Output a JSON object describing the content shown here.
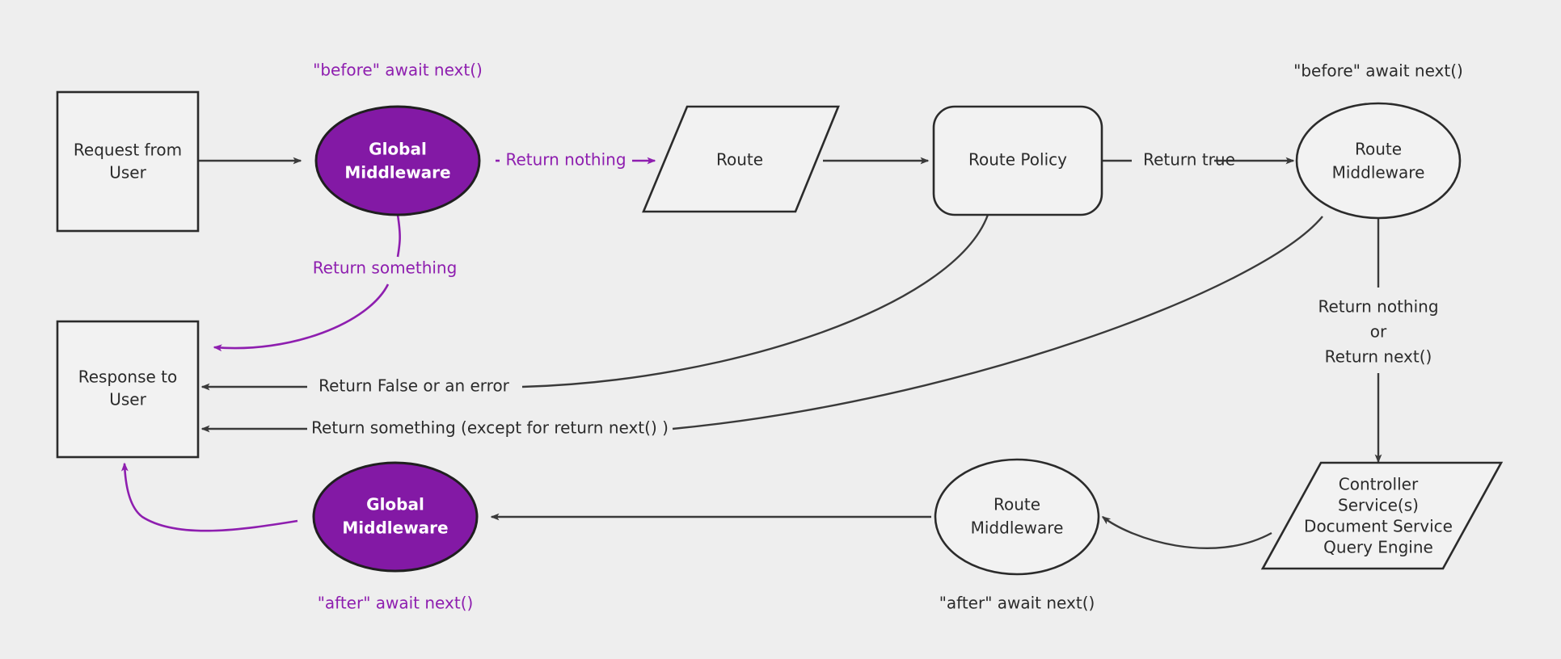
{
  "diagram": {
    "title": "Request lifecycle middleware flow",
    "background_color": "#eeeeee",
    "accent_color": "#8319a5",
    "line_color": "#3a3a3a",
    "nodes": [
      {
        "id": "request",
        "label_line1": "Request from",
        "label_line2": "User",
        "shape": "rect"
      },
      {
        "id": "global_mw_top",
        "label_line1": "Global",
        "label_line2": "Middleware",
        "shape": "ellipse",
        "fill": "#8319a5"
      },
      {
        "id": "route",
        "label_line1": "Route",
        "label_line2": "",
        "shape": "parallelogram"
      },
      {
        "id": "route_policy",
        "label_line1": "Route Policy",
        "label_line2": "",
        "shape": "rounded-rect"
      },
      {
        "id": "route_mw_top",
        "label_line1": "Route",
        "label_line2": "Middleware",
        "shape": "ellipse"
      },
      {
        "id": "controller",
        "label_line1": "Controller",
        "label_line2": "Service(s)",
        "label_line3": "Document Service",
        "label_line4": "Query Engine",
        "shape": "parallelogram"
      },
      {
        "id": "route_mw_bottom",
        "label_line1": "Route",
        "label_line2": "Middleware",
        "shape": "ellipse"
      },
      {
        "id": "global_mw_bottom",
        "label_line1": "Global",
        "label_line2": "Middleware",
        "shape": "ellipse",
        "fill": "#8319a5"
      },
      {
        "id": "response",
        "label_line1": "Response to",
        "label_line2": "User",
        "shape": "rect"
      }
    ],
    "annotations": [
      {
        "id": "before_global",
        "text": "\"before\" await next()",
        "color": "#8e1eaf"
      },
      {
        "id": "before_route",
        "text": "\"before\" await next()",
        "color": "#2b2b2b"
      },
      {
        "id": "after_global",
        "text": "\"after\" await next()",
        "color": "#8e1eaf"
      },
      {
        "id": "after_route",
        "text": "\"after\" await next()",
        "color": "#2b2b2b"
      }
    ],
    "edge_labels": [
      {
        "id": "return_nothing",
        "text": "Return nothing",
        "color": "#8e1eaf"
      },
      {
        "id": "return_something",
        "text": "Return something",
        "color": "#8e1eaf"
      },
      {
        "id": "return_true",
        "text": "Return true",
        "color": "#2b2b2b"
      },
      {
        "id": "return_false_error",
        "text": "Return False or an error",
        "color": "#2b2b2b"
      },
      {
        "id": "return_something_exc",
        "text": "Return something (except for return next() )",
        "color": "#2b2b2b"
      },
      {
        "id": "return_nothing_or_1",
        "text": "Return nothing",
        "color": "#2b2b2b"
      },
      {
        "id": "return_nothing_or_2",
        "text": "or",
        "color": "#2b2b2b"
      },
      {
        "id": "return_nothing_or_3",
        "text": "Return next()",
        "color": "#2b2b2b"
      }
    ]
  }
}
